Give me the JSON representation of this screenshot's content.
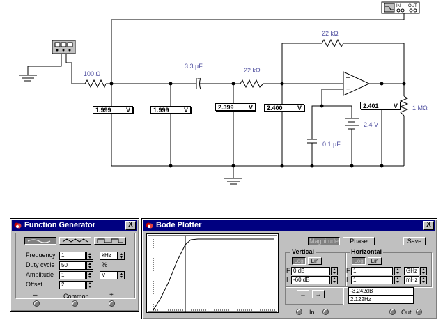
{
  "circuit": {
    "r_in": "100 Ω",
    "cap_input": "3.3 μF",
    "r_mid": "22 kΩ",
    "r_feedback": "22 kΩ",
    "pot": "1 MΩ",
    "battery": "2.4 V",
    "cap_bias": "0.1 μF",
    "meters": [
      {
        "value": "1.999",
        "unit": "V"
      },
      {
        "value": "1.999",
        "unit": "V"
      },
      {
        "value": "2.399",
        "unit": "V"
      },
      {
        "value": "2.400",
        "unit": "V"
      },
      {
        "value": "2.401",
        "unit": "V"
      }
    ],
    "bode_icon": {
      "in_label": "IN",
      "out_label": "OUT"
    }
  },
  "function_generator": {
    "title": "Function Generator",
    "close": "X",
    "waveforms": [
      "sine",
      "triangle",
      "square"
    ],
    "rows": [
      {
        "label": "Frequency",
        "value": "1",
        "unit": "kHz"
      },
      {
        "label": "Duty cycle",
        "value": "50",
        "unit": "%"
      },
      {
        "label": "Amplitude",
        "value": "1",
        "unit": "V"
      },
      {
        "label": "Offset",
        "value": "2",
        "unit": ""
      }
    ],
    "terminals": {
      "minus": "–",
      "common": "Common",
      "plus": "+"
    }
  },
  "bode_plotter": {
    "title": "Bode Plotter",
    "close": "X",
    "magnitude_label": "Magnitude",
    "phase_label": "Phase",
    "save_label": "Save",
    "vertical": {
      "title": "Vertical",
      "log": "Log",
      "lin": "Lin",
      "f_label": "F",
      "f_value": "0 dB",
      "i_label": "I",
      "i_value": "-60 dB"
    },
    "horizontal": {
      "title": "Horizontal",
      "log": "Log",
      "lin": "Lin",
      "f_label": "F",
      "f_value": "1",
      "f_unit": "GHz",
      "i_label": "I",
      "i_value": "1",
      "i_unit": "mHz"
    },
    "readout_db": "-3.242dB",
    "readout_freq": "2.122Hz",
    "in_label": "In",
    "out_label": "Out",
    "trace_color": "#000000",
    "screen_color": "#ffffff"
  }
}
